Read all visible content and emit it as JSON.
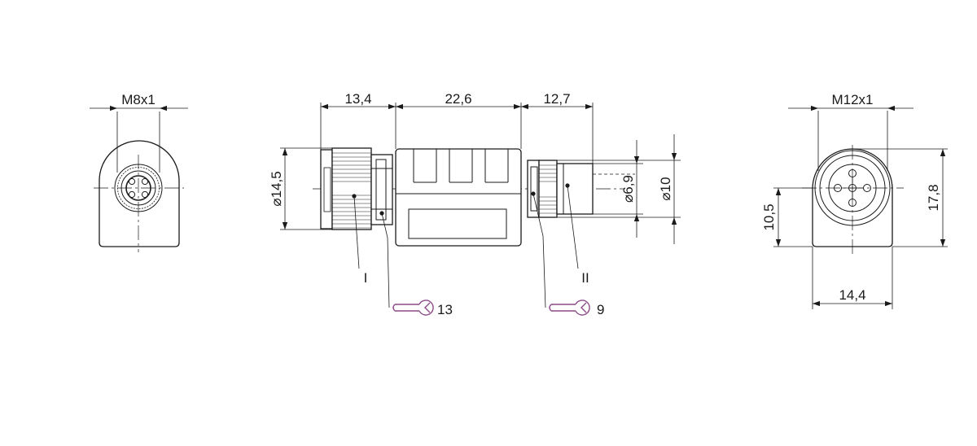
{
  "left_view": {
    "thread_label": "M8x1"
  },
  "center_view": {
    "dim_top_1": "13,4",
    "dim_top_2": "22,6",
    "dim_top_3": "12,7",
    "dim_left_dia": "⌀14,5",
    "dim_right_dia_1": "⌀6,9",
    "dim_right_dia_2": "⌀10",
    "callout_1": "I",
    "callout_2": "II",
    "wrench_1_size": "13",
    "wrench_2_size": "9"
  },
  "right_view": {
    "thread_label": "M12x1",
    "dim_height_total": "17,8",
    "dim_height_axis": "10,5",
    "dim_width": "14,4"
  },
  "colors": {
    "line": "#1a1a1a",
    "wrench_symbol": "#8a4a86"
  }
}
